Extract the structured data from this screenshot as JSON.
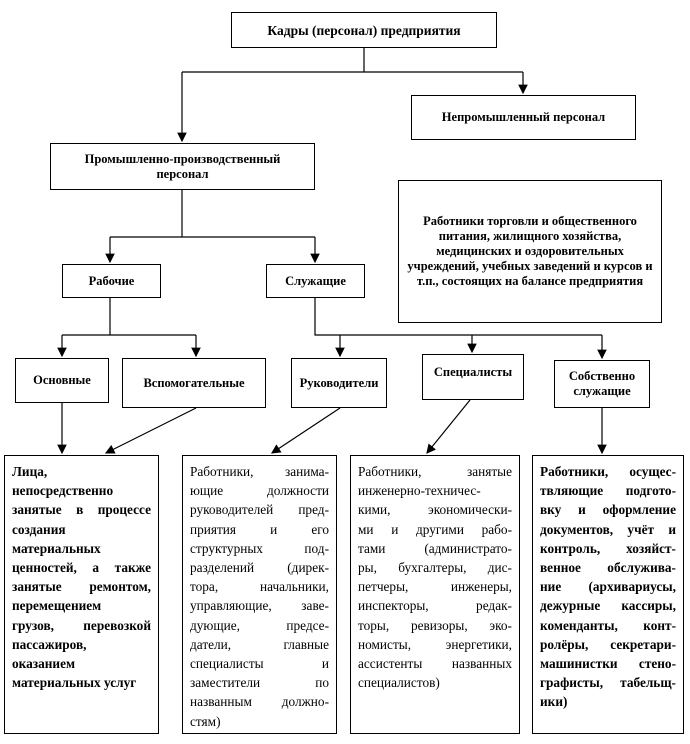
{
  "root": "Кадры (персонал) предприятия",
  "non_industrial": "Непромышленный персонал",
  "industrial": "Промышленно-производственный персонал",
  "non_industrial_note": "Работники торговли и общественного питания, жилищного хозяйства, медицинских и оздоровительных учреждений, учебных заведений и курсов и т.п., состоящих на балансе предприятия",
  "workers": "Рабочие",
  "employees": "Служащие",
  "main": "Основные",
  "auxiliary": "Вспомогательные",
  "managers": "Руководители",
  "specialists": "Специалисты",
  "clerks": "Собственно служащие",
  "desc_workers": [
    "Лица,",
    "непосредственно",
    "занятые в процессе",
    "создания",
    "материальных",
    "ценностей, а также",
    "занятые ремонтом,",
    "перемещением",
    "грузов, перевозкой",
    "пассажиров,",
    "оказанием",
    "материальных услуг"
  ],
  "desc_managers": [
    "Работники, занима-",
    "ющие должности",
    "руководителей пред-",
    "приятия и его",
    "структурных под-",
    "разделений (дирек-",
    "тора, начальники,",
    "управляющие, заве-",
    "дующие, предсе-",
    "датели, главные",
    "специалисты и",
    "заместители по",
    "названным должно-",
    "стям)"
  ],
  "desc_specialists": [
    "Работники, занятые",
    "инженерно-техничес-",
    "кими, экономически-",
    "ми и другими рабо-",
    "тами (администрато-",
    "ры, бухгалтеры, дис-",
    "петчеры, инженеры,",
    "инспекторы, редак-",
    "торы, ревизоры, эко-",
    "номисты, энергетики,",
    "ассистенты названных",
    "специалистов)"
  ],
  "desc_clerks": [
    "Работники, осущес-",
    "твляющие подгото-",
    "вку и оформление",
    "документов, учёт и",
    "контроль, хозяйст-",
    "венное обслужива-",
    "ние (архивариусы,",
    "дежурные кассиры,",
    "коменданты, конт-",
    "ролёры, секретари-",
    "машинистки стено-",
    "графисты, табельщ-",
    "ики)"
  ]
}
